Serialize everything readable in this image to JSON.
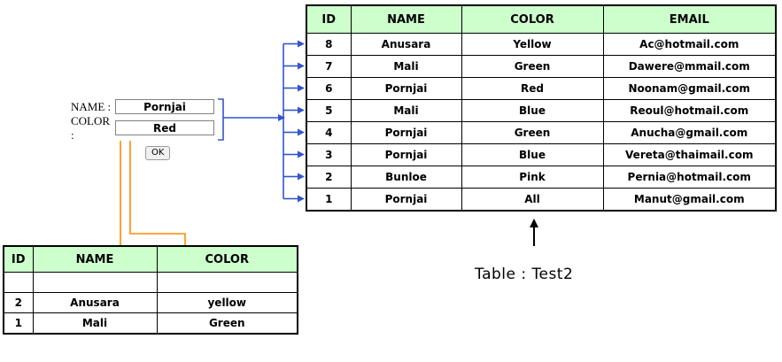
{
  "form": {
    "name_label": "NAME  :",
    "color_label": "COLOR :",
    "name_value": "Pornjai",
    "color_value": "Red",
    "ok_label": "OK"
  },
  "test2": {
    "caption": "Table : Test2",
    "headers": [
      "ID",
      "NAME",
      "COLOR",
      "EMAIL"
    ],
    "rows": [
      [
        "8",
        "Anusara",
        "Yellow",
        "Ac@hotmail.com"
      ],
      [
        "7",
        "Mali",
        "Green",
        "Dawere@mmail.com"
      ],
      [
        "6",
        "Pornjai",
        "Red",
        "Noonam@gmail.com"
      ],
      [
        "5",
        "Mali",
        "Blue",
        "Reoul@hotmail.com"
      ],
      [
        "4",
        "Pornjai",
        "Green",
        "Anucha@gmail.com"
      ],
      [
        "3",
        "Pornjai",
        "Blue",
        "Vereta@thaimail.com"
      ],
      [
        "2",
        "Bunloe",
        "Pink",
        "Pernia@hotmail.com"
      ],
      [
        "1",
        "Pornjai",
        "All",
        "Manut@gmail.com"
      ]
    ]
  },
  "result_table": {
    "headers": [
      "ID",
      "NAME",
      "COLOR"
    ],
    "rows": [
      [
        "",
        "",
        ""
      ],
      [
        "2",
        "Anusara",
        "yellow"
      ],
      [
        "1",
        "Mali",
        "Green"
      ]
    ]
  },
  "colors": {
    "header_bg": "#ccffcc",
    "arrow_blue": "#3355cc",
    "arrow_orange": "#ff8c00",
    "arrow_black": "#000000"
  }
}
